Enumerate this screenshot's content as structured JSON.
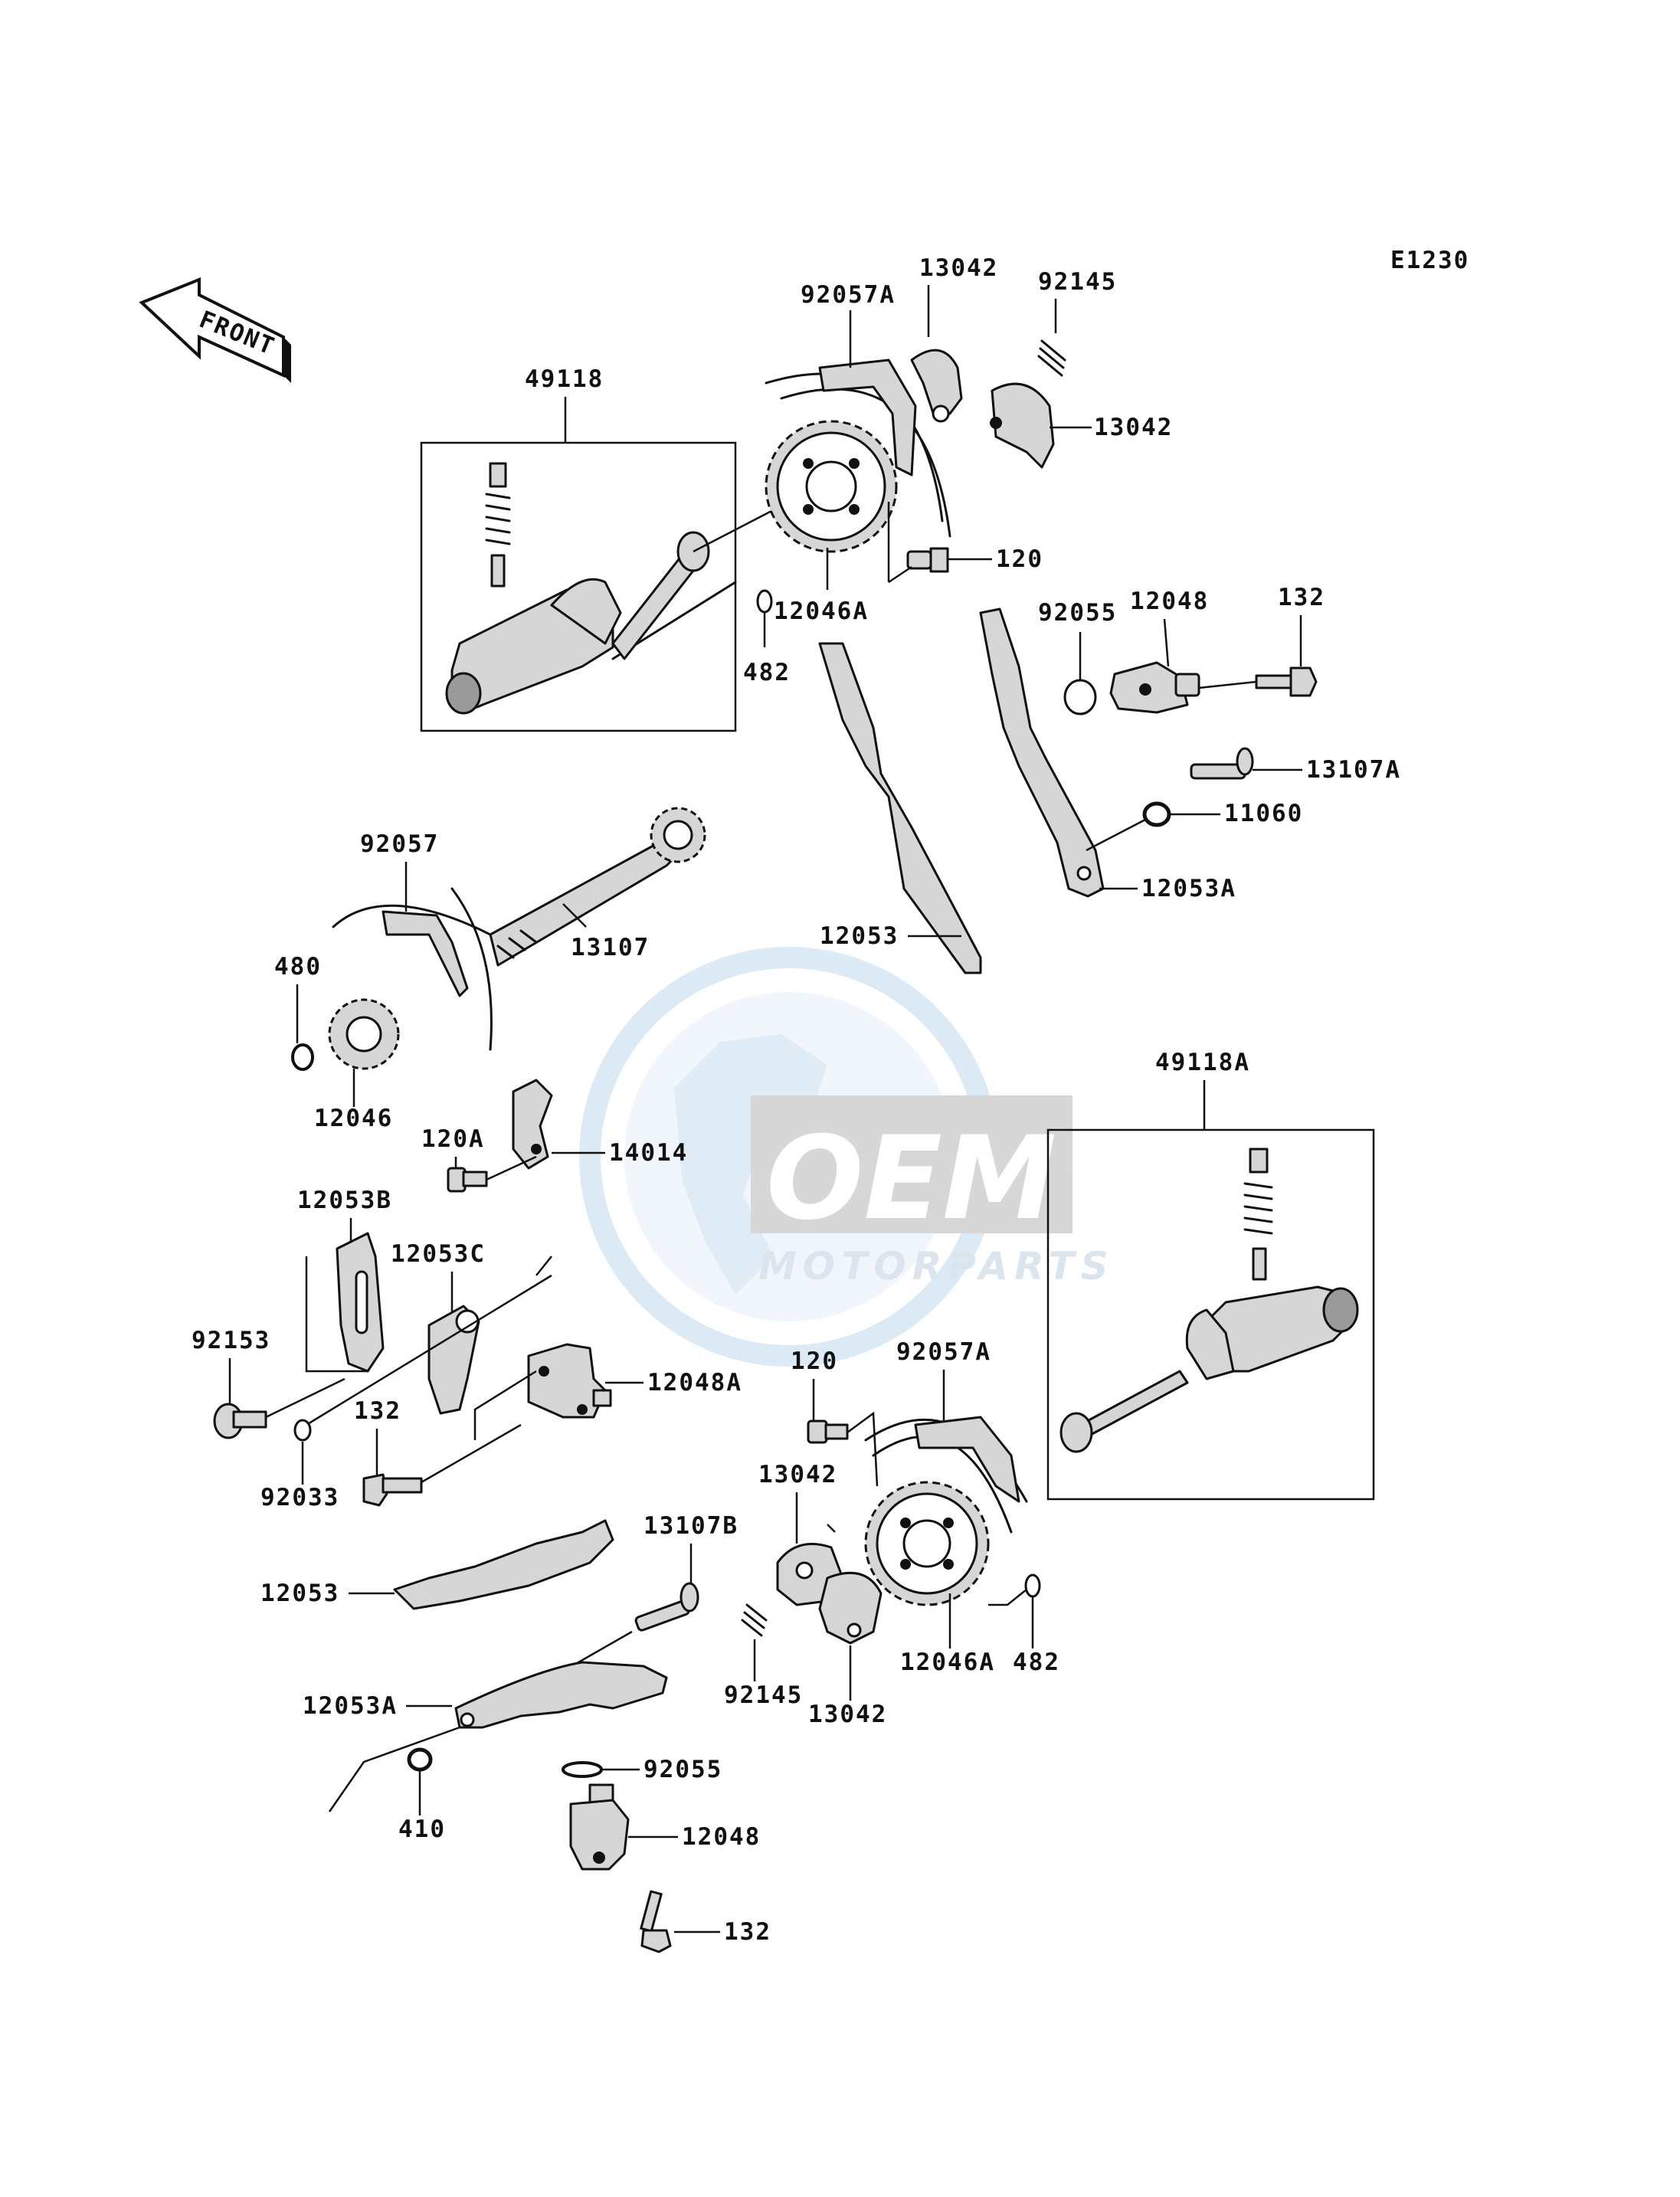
{
  "diagram_code": "E1230",
  "front_label": "FRONT",
  "watermark": {
    "brand": "OEM",
    "sub": "MOTORPARTS"
  },
  "parts": {
    "p49118": "49118",
    "p92057A_top": "92057A",
    "p13042_top1": "13042",
    "p92145_top": "92145",
    "p13042_top2": "13042",
    "p120_top": "120",
    "p12046A_top": "12046A",
    "p482_top": "482",
    "p92055_top": "92055",
    "p12048_top": "12048",
    "p132_top": "132",
    "p13107A": "13107A",
    "p11060": "11060",
    "p12053A_top": "12053A",
    "p12053_top": "12053",
    "p92057": "92057",
    "p13107": "13107",
    "p480": "480",
    "p12046": "12046",
    "p49118A": "49118A",
    "p120A": "120A",
    "p14014": "14014",
    "p12053B": "12053B",
    "p12053C": "12053C",
    "p92153": "92153",
    "p12048A": "12048A",
    "p132_mid": "132",
    "p92033": "92033",
    "p120_bot": "120",
    "p92057A_bot": "92057A",
    "p13042_bot1": "13042",
    "p13107B": "13107B",
    "p12053_bot": "12053",
    "p92145_bot": "92145",
    "p13042_bot2": "13042",
    "p12046A_bot": "12046A",
    "p482_bot": "482",
    "p12053A_bot": "12053A",
    "p92055_bot": "92055",
    "p410": "410",
    "p12048_bot": "12048",
    "p132_bot": "132"
  }
}
